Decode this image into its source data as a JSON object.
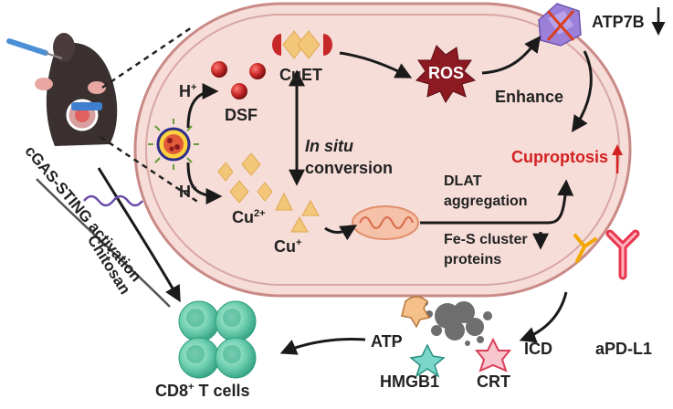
{
  "labels": {
    "h_plus_top": "H",
    "h_plus_top_sup": "+",
    "dsf": "DSF",
    "cuet": "CuET",
    "in_situ_italic": "In situ",
    "conversion": "conversion",
    "h_plus_bottom": "H",
    "h_plus_bottom_sup": "+",
    "cu2": "Cu",
    "cu2_sup": "2+",
    "cu1": "Cu",
    "cu1_sup": "+",
    "ros": "ROS",
    "atp7b": "ATP7B",
    "enhance": "Enhance",
    "cuproptosis": "Cuproptosis",
    "dlat_line1": "DLAT",
    "dlat_line2": "aggregation",
    "fes_line1": "Fe-S cluster",
    "fes_line2": "proteins",
    "chitosan": "Chitosan",
    "cgas": "cGAS-STING activation",
    "atp": "ATP",
    "hmgb1": "HMGB1",
    "crt": "CRT",
    "icd": "ICD",
    "apdl1": "aPD-L1",
    "cd8": "CD8",
    "cd8_sup": "+",
    "cd8_rest": " T cells"
  },
  "colors": {
    "cell_fill": "#f6ddd8",
    "cell_border": "#c98a86",
    "accent_red": "#d42020",
    "ros_fill": "#8c1a22",
    "cuet_red": "#c62828",
    "crystal": "#f3c77a",
    "tcell": "#5fc8a8",
    "antibody": "#e8364f"
  }
}
